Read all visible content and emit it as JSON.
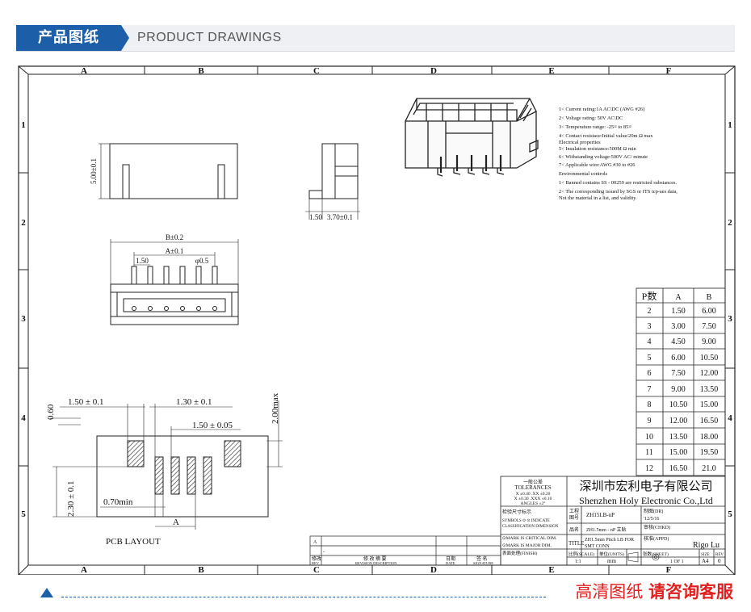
{
  "header": {
    "tag": "产品图纸",
    "title": "PRODUCT DRAWINGS"
  },
  "frame": {
    "cols": [
      "A",
      "B",
      "C",
      "D",
      "E",
      "F"
    ],
    "rows": [
      "1",
      "2",
      "3",
      "4",
      "5"
    ]
  },
  "views": {
    "front_height": "5.00±0.1",
    "side_dim_a": "1.50",
    "side_dim_b": "3.70±0.1",
    "top_dim_b": "B±0.2",
    "top_dim_a": "A±0.1",
    "top_pitch": "1.50",
    "top_pin": "φ0.5"
  },
  "notes": [
    "1< Current rating:1A AC\\DC (AWG #26)",
    "2< Voltage rating: 50V AC\\DC",
    "3< Temperature range: -25≡ to 85≡",
    "4< Contact resistace:Initial value/20m Ω max",
    "   Electrical properties",
    "5< Insulation resistance:500M Ω min",
    "6< Withstanding voltage:500V AC/ minute",
    "7< Applicable wire:AWG #30 to #26",
    "Environmental controls",
    "1< Banned contains SS - 00259 are restricted substances.",
    "2< The corresponding issued by SGS or ITS icp-aes data,",
    "   Not the material in a list, and validity."
  ],
  "dim_table": {
    "headers": [
      "P数",
      "A",
      "B"
    ],
    "rows": [
      [
        "2",
        "1.50",
        "6.00"
      ],
      [
        "3",
        "3.00",
        "7.50"
      ],
      [
        "4",
        "4.50",
        "9.00"
      ],
      [
        "5",
        "6.00",
        "10.50"
      ],
      [
        "6",
        "7.50",
        "12.00"
      ],
      [
        "7",
        "9.00",
        "13.50"
      ],
      [
        "8",
        "10.50",
        "15.00"
      ],
      [
        "9",
        "12.00",
        "16.50"
      ],
      [
        "10",
        "13.50",
        "18.00"
      ],
      [
        "11",
        "15.00",
        "19.50"
      ],
      [
        "12",
        "16.50",
        "21.0"
      ]
    ]
  },
  "pcb": {
    "label": "PCB LAYOUT",
    "d1": "1.50 ± 0.1",
    "d2": "1.30 ± 0.1",
    "d3": "1.50 ± 0.05",
    "d4": "0.60",
    "d5": "2.00max",
    "d6": "2.30 ± 0.1",
    "d7": "0.70min",
    "d8": "A"
  },
  "title_block": {
    "tol_cn": "一般公差",
    "tol_en": "TOLERANCES",
    "tol_1": "X ±0.40  .XX ±0.20",
    "tol_2": "X ±0.30  .XXX ±0.10",
    "tol_3": "ANGLES    ±2°",
    "company_cn": "深圳市宏利电子有限公司",
    "company_en": "Shenzhen Holy Electronic Co.,Ltd",
    "sym_title": "检验尺寸标示",
    "sym_1": "SYMBOLS ⊙ ⊙ INDICATE",
    "sym_2": "CLASSIFICATION DIMENSION",
    "part_lbl_cn": "工程",
    "part_lbl_cn2": "图号",
    "part_no": "ZH15LB-nP",
    "dr_lbl": "制图(DR)",
    "dr_date": "'12/5/16",
    "chkd_lbl": "审核(CHKD)",
    "name_lbl": "品名",
    "name_val": "ZH1.5mm - nP 立贴",
    "crit": "⊙MARK IS CRITICAL DIM.",
    "major": "⊙MARK IS MAJOR DIM.",
    "title_lbl": "TITLE",
    "title_1": "ZH1.5mm Pitch LB FOR",
    "title_2": "SMT CONN",
    "appd_lbl": "核准(APPD)",
    "appd_val": "Rigo Lu",
    "finish_lbl": "表面处理(FINISH)",
    "scale_lbl": "比例(SCALE)",
    "scale_val": "1:1",
    "unit_lbl": "单位(UNITS)",
    "unit_val": "mm",
    "sheet_lbl": "张数(SHEET)",
    "sheet_val": "1 OF 1",
    "size_lbl": "SIZE",
    "size_val": "A4",
    "rev_lbl": "REV",
    "rev_val": "0",
    "rev_row_1": "A",
    "rev_row_2": "-",
    "rev_col": "修改",
    "rev_col_en": "REV",
    "rev_desc": "修 改 摘 要",
    "rev_desc_en": "REVISION DESCRIPTION",
    "rev_date": "日期",
    "rev_date_en": "DATE",
    "rev_sig": "签 名",
    "rev_sig_en": "SIGNATURE"
  },
  "footer": {
    "text_1": "高清图纸 ",
    "text_2": "请咨询客服"
  }
}
